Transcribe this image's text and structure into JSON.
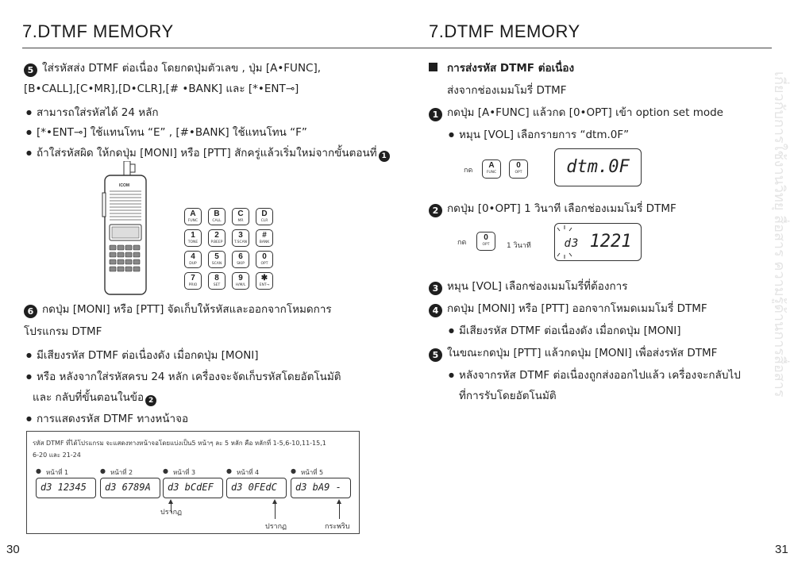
{
  "left": {
    "title": "7.DTMF MEMORY",
    "page_number": "30",
    "step5_num": "5",
    "step5_line1": "ใส่รหัสส่ง DTMF ต่อเนื่อง โดยกดปุ่มตัวเลข , ปุ่ม [A•FUNC],",
    "step5_line2": "[B•CALL],[C•MR],[D•CLR],[# •BANK] และ [*•ENT⊸]",
    "bullets5": [
      "สามารถใส่รหัสได้ 24 หลัก",
      "[*•ENT⊸] ใช้แทนโทน “E” , [#•BANK] ใช้แทนโทน “F”",
      "ถ้าใส่รหัสผิด ให้กดปุ่ม [MONI] หรือ [PTT] สักครู่แล้วเริ่มใหม่จากขั้นตอนที่"
    ],
    "bullet_ref_num": "1",
    "radio_brand": "ICOM",
    "keys": [
      {
        "main": "A",
        "sub": "FUNC"
      },
      {
        "main": "B",
        "sub": "CALL"
      },
      {
        "main": "C",
        "sub": "MR"
      },
      {
        "main": "D",
        "sub": "CLR"
      },
      {
        "main": "1",
        "sub": "TONE"
      },
      {
        "main": "2",
        "sub": "P.BEEP"
      },
      {
        "main": "3",
        "sub": "T.SCAN"
      },
      {
        "main": "#",
        "sub": "BANK"
      },
      {
        "main": "4",
        "sub": "DUP"
      },
      {
        "main": "5",
        "sub": "SCAN"
      },
      {
        "main": "6",
        "sub": "SKIP"
      },
      {
        "main": "0",
        "sub": "OPT"
      },
      {
        "main": "7",
        "sub": "PRIO"
      },
      {
        "main": "8",
        "sub": "SET"
      },
      {
        "main": "9",
        "sub": "H/M/L"
      },
      {
        "main": "✱",
        "sub": "ENT⊸"
      }
    ],
    "step6_num": "6",
    "step6_line1": "กดปุ่ม [MONI] หรือ [PTT] จัดเก็บให้รหัสและออกจากโหมดการ",
    "step6_line2": "โปรแกรม DTMF",
    "bullets6_1": "มีเสียงรหัส DTMF ต่อเนื่องดัง เมื่อกดปุ่ม [MONI]",
    "bullets6_2a": "หรือ หลังจากใส่รหัสครบ 24 หลัก เครื่องจะจัดเก็บรหัสโดยอัตโนมัติ",
    "bullets6_2b": "และ กลับที่ขั้นตอนในข้อ",
    "bullet6_ref_num": "2",
    "bullets6_3": "การแสดงรหัส DTMF ทางหน้าจอ",
    "panel_note_1": "รหัส DTMF ที่ได้โปรแกรม จะแสดงทางหน้าจอโดยแบ่งเป็น5 หน้าๆ ละ 5 หลัก คือ หลักที่ 1-5,6-10,11-15,1",
    "panel_note_2": "6-20 และ 21-24",
    "screens": [
      {
        "label": "หน้าที่ 1",
        "display": "d3 12345"
      },
      {
        "label": "หน้าที่ 2",
        "display": "d3 6789A"
      },
      {
        "label": "หน้าที่ 3",
        "display": "d3 bCdEF"
      },
      {
        "label": "หน้าที่ 4",
        "display": "d3 0FEdC"
      },
      {
        "label": "หน้าที่ 5",
        "display": "d3 bA9 -"
      }
    ],
    "annot_appear_1": "ปรากฏ",
    "annot_appear_2": "ปรากฏ",
    "annot_blink": "กระพริบ"
  },
  "right": {
    "title": "7.DTMF MEMORY",
    "page_number": "31",
    "heading": "การส่งรหัส DTMF ต่อเนื่อง",
    "subheading": "ส่งจากช่องเมมโมรี่ DTMF",
    "step1_num": "1",
    "step1": "กดปุ่ม [A•FUNC] แล้วกด [0•OPT] เข้า option set mode",
    "step1_bullet": "หมุน [VOL] เลือกรายการ “dtm.0F”",
    "press_label_1": "กด",
    "key_a": {
      "main": "A",
      "sub": "FUNC"
    },
    "key_0": {
      "main": "0",
      "sub": "OPT"
    },
    "lcd1": "dtm.0F",
    "step2_num": "2",
    "step2": "กดปุ่ม [0•OPT] 1 วินาที เลือกช่องเมมโมรี่ DTMF",
    "press_label_2": "กด",
    "key_0b": {
      "main": "0",
      "sub": "OPT"
    },
    "hold_label": "1 วินาที",
    "lcd2_prefix": "d3",
    "lcd2_digits": "1221",
    "step3_num": "3",
    "step3": "หมุน [VOL] เลือกช่องเมมโมรี่ที่ต้องการ",
    "step4_num": "4",
    "step4": "กดปุ่ม [MONI] หรือ [PTT] ออกจากโหมดเมมโมรี่ DTMF",
    "step4_bullet": "มีเสียงรหัส DTMF ต่อเนื่องดัง เมื่อกดปุ่ม [MONI]",
    "step5_num": "5",
    "step5": "ในขณะกดปุ่ม [PTT] แล้วกดปุ่ม [MONI] เพื่อส่งรหัส DTMF",
    "step5_bullet1": "หลังจากรหัส DTMF ต่อเนื่องถูกส่งออกไปแล้ว เครื่องจะกลับไป",
    "step5_bullet2": "ที่การรับโดยอัตโนมัติ",
    "side_watermark": "เกี่ยวกับการใช้งานวิทยุ สื่อสาร ความรู้ด้านการสื่อสาร"
  }
}
